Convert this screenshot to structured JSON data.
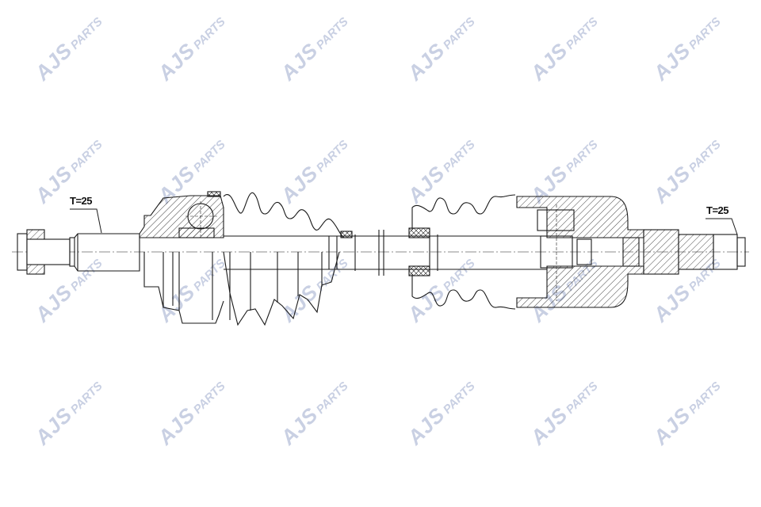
{
  "diagram": {
    "subject": "drive-shaft-cross-section",
    "labels": {
      "left_thread": "T=25",
      "right_thread": "T=25"
    },
    "watermark": {
      "brand": "AJS",
      "suffix": "PARTS",
      "color": "#c9d0e3",
      "grid_columns": 6,
      "grid_rows": 4
    },
    "line_color": "#1a1a1a",
    "background": "#ffffff"
  }
}
